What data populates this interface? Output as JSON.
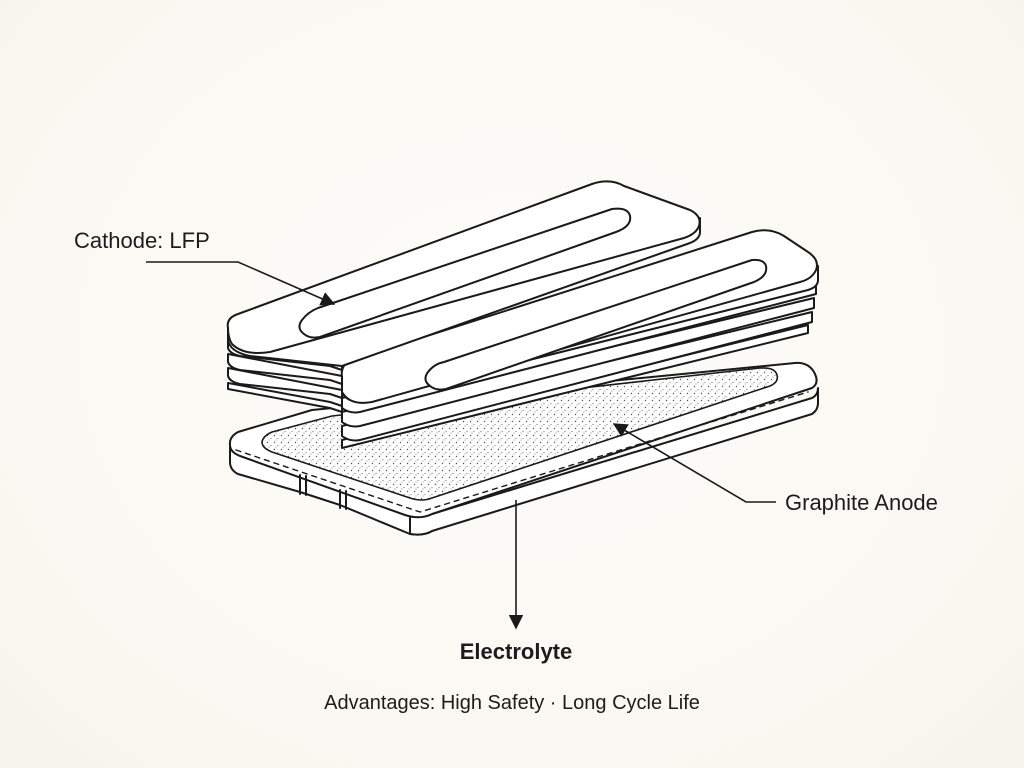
{
  "labels": {
    "cathode": "Cathode: LFP",
    "anode": "Graphite Anode",
    "electrolyte": "Electrolyte"
  },
  "footer": {
    "advantages": "Advantages: High Safety · Long Cycle Life"
  },
  "colors": {
    "line": "#1a1a1a",
    "plate_fill": "#ffffff",
    "background": "#fbfaf6"
  }
}
